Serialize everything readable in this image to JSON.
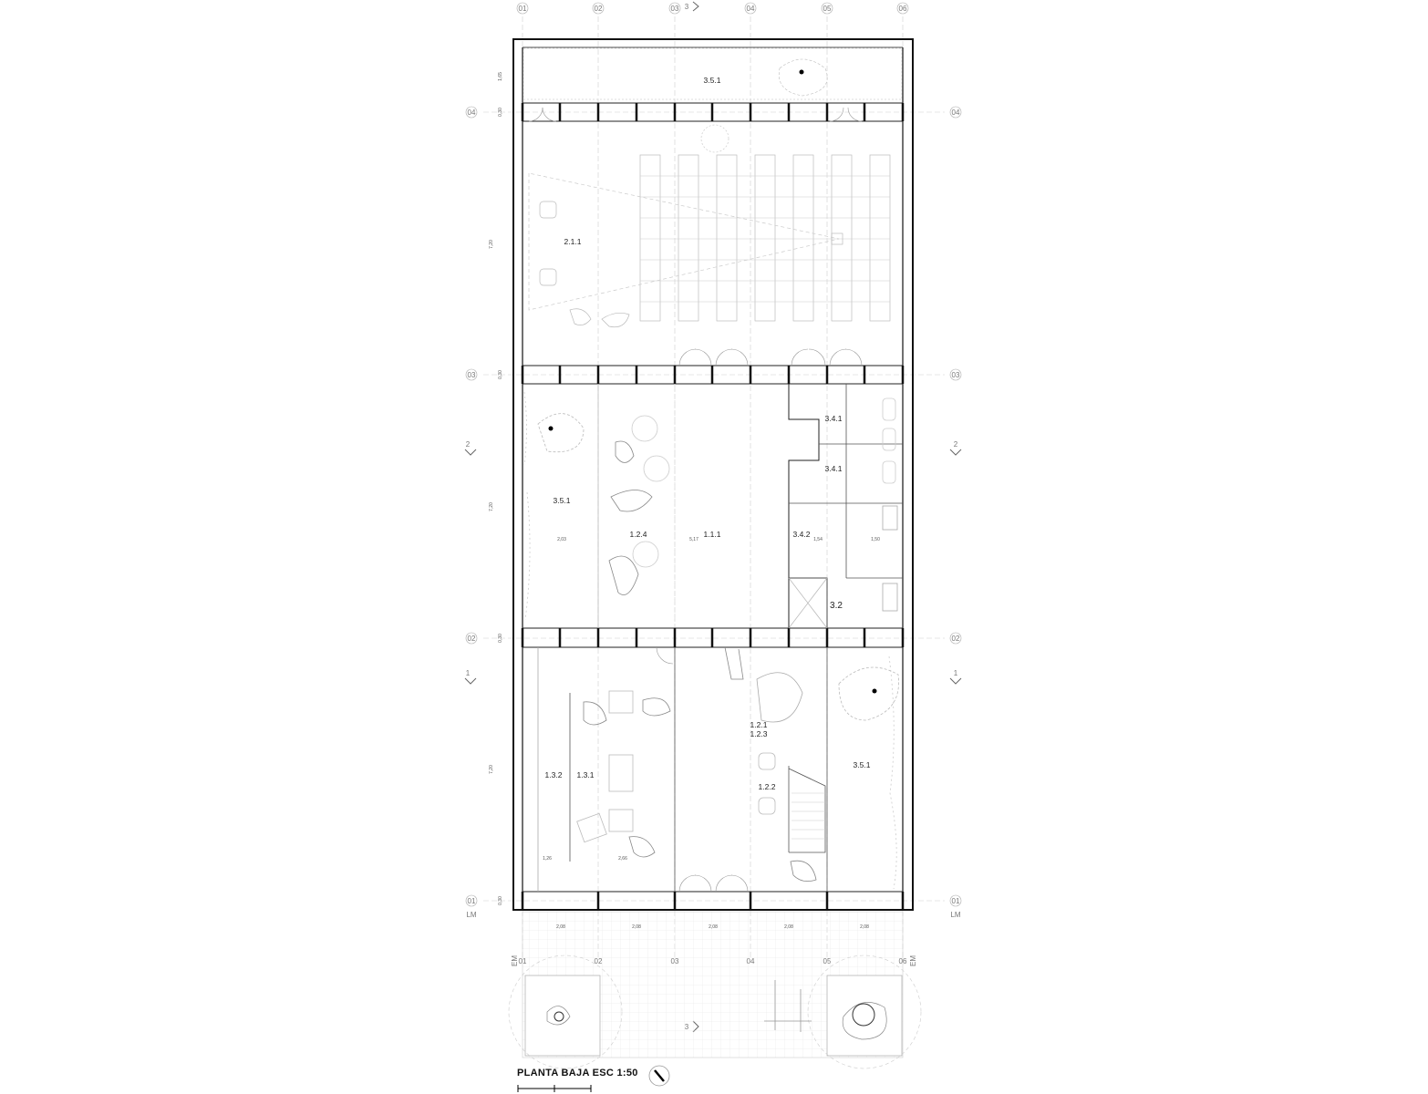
{
  "title": "PLANTA BAJA ESC 1:50",
  "grid_columns": [
    "01",
    "02",
    "03",
    "04",
    "05",
    "06"
  ],
  "grid_rows": [
    "04",
    "03",
    "02",
    "01"
  ],
  "line_labels": {
    "lm": "LM",
    "em": "EM"
  },
  "section_marks": {
    "long": "3",
    "cross_a": "2",
    "cross_b": "1"
  },
  "rooms": {
    "front_garden": "3.5.1",
    "auditorium": "2.1.1",
    "left_garden": "3.5.1",
    "lounge": "1.2.4",
    "hall": "1.1.1",
    "toilet_a": "3.4.1",
    "toilet_b": "3.4.1",
    "toilet_c": "3.4.2",
    "service": "3.2",
    "reception_a": "1.2.1",
    "reception_b": "1.2.3",
    "waiting": "1.2.2",
    "right_garden": "3.5.1",
    "office_a": "1.3.2",
    "office_b": "1.3.1"
  },
  "dims": {
    "row_a": "1,65",
    "row_b": "0,30",
    "row_c": "7,20",
    "row_d": "0,30",
    "row_e": "7,20",
    "row_f": "0,30",
    "row_g": "7,20",
    "row_h": "0,30",
    "mid_a": "2,03",
    "mid_b": "5,17",
    "mid_c": "1,54",
    "mid_d": "1,50",
    "low_a": "1,26",
    "low_b": "2,66",
    "bay": "2,08"
  }
}
